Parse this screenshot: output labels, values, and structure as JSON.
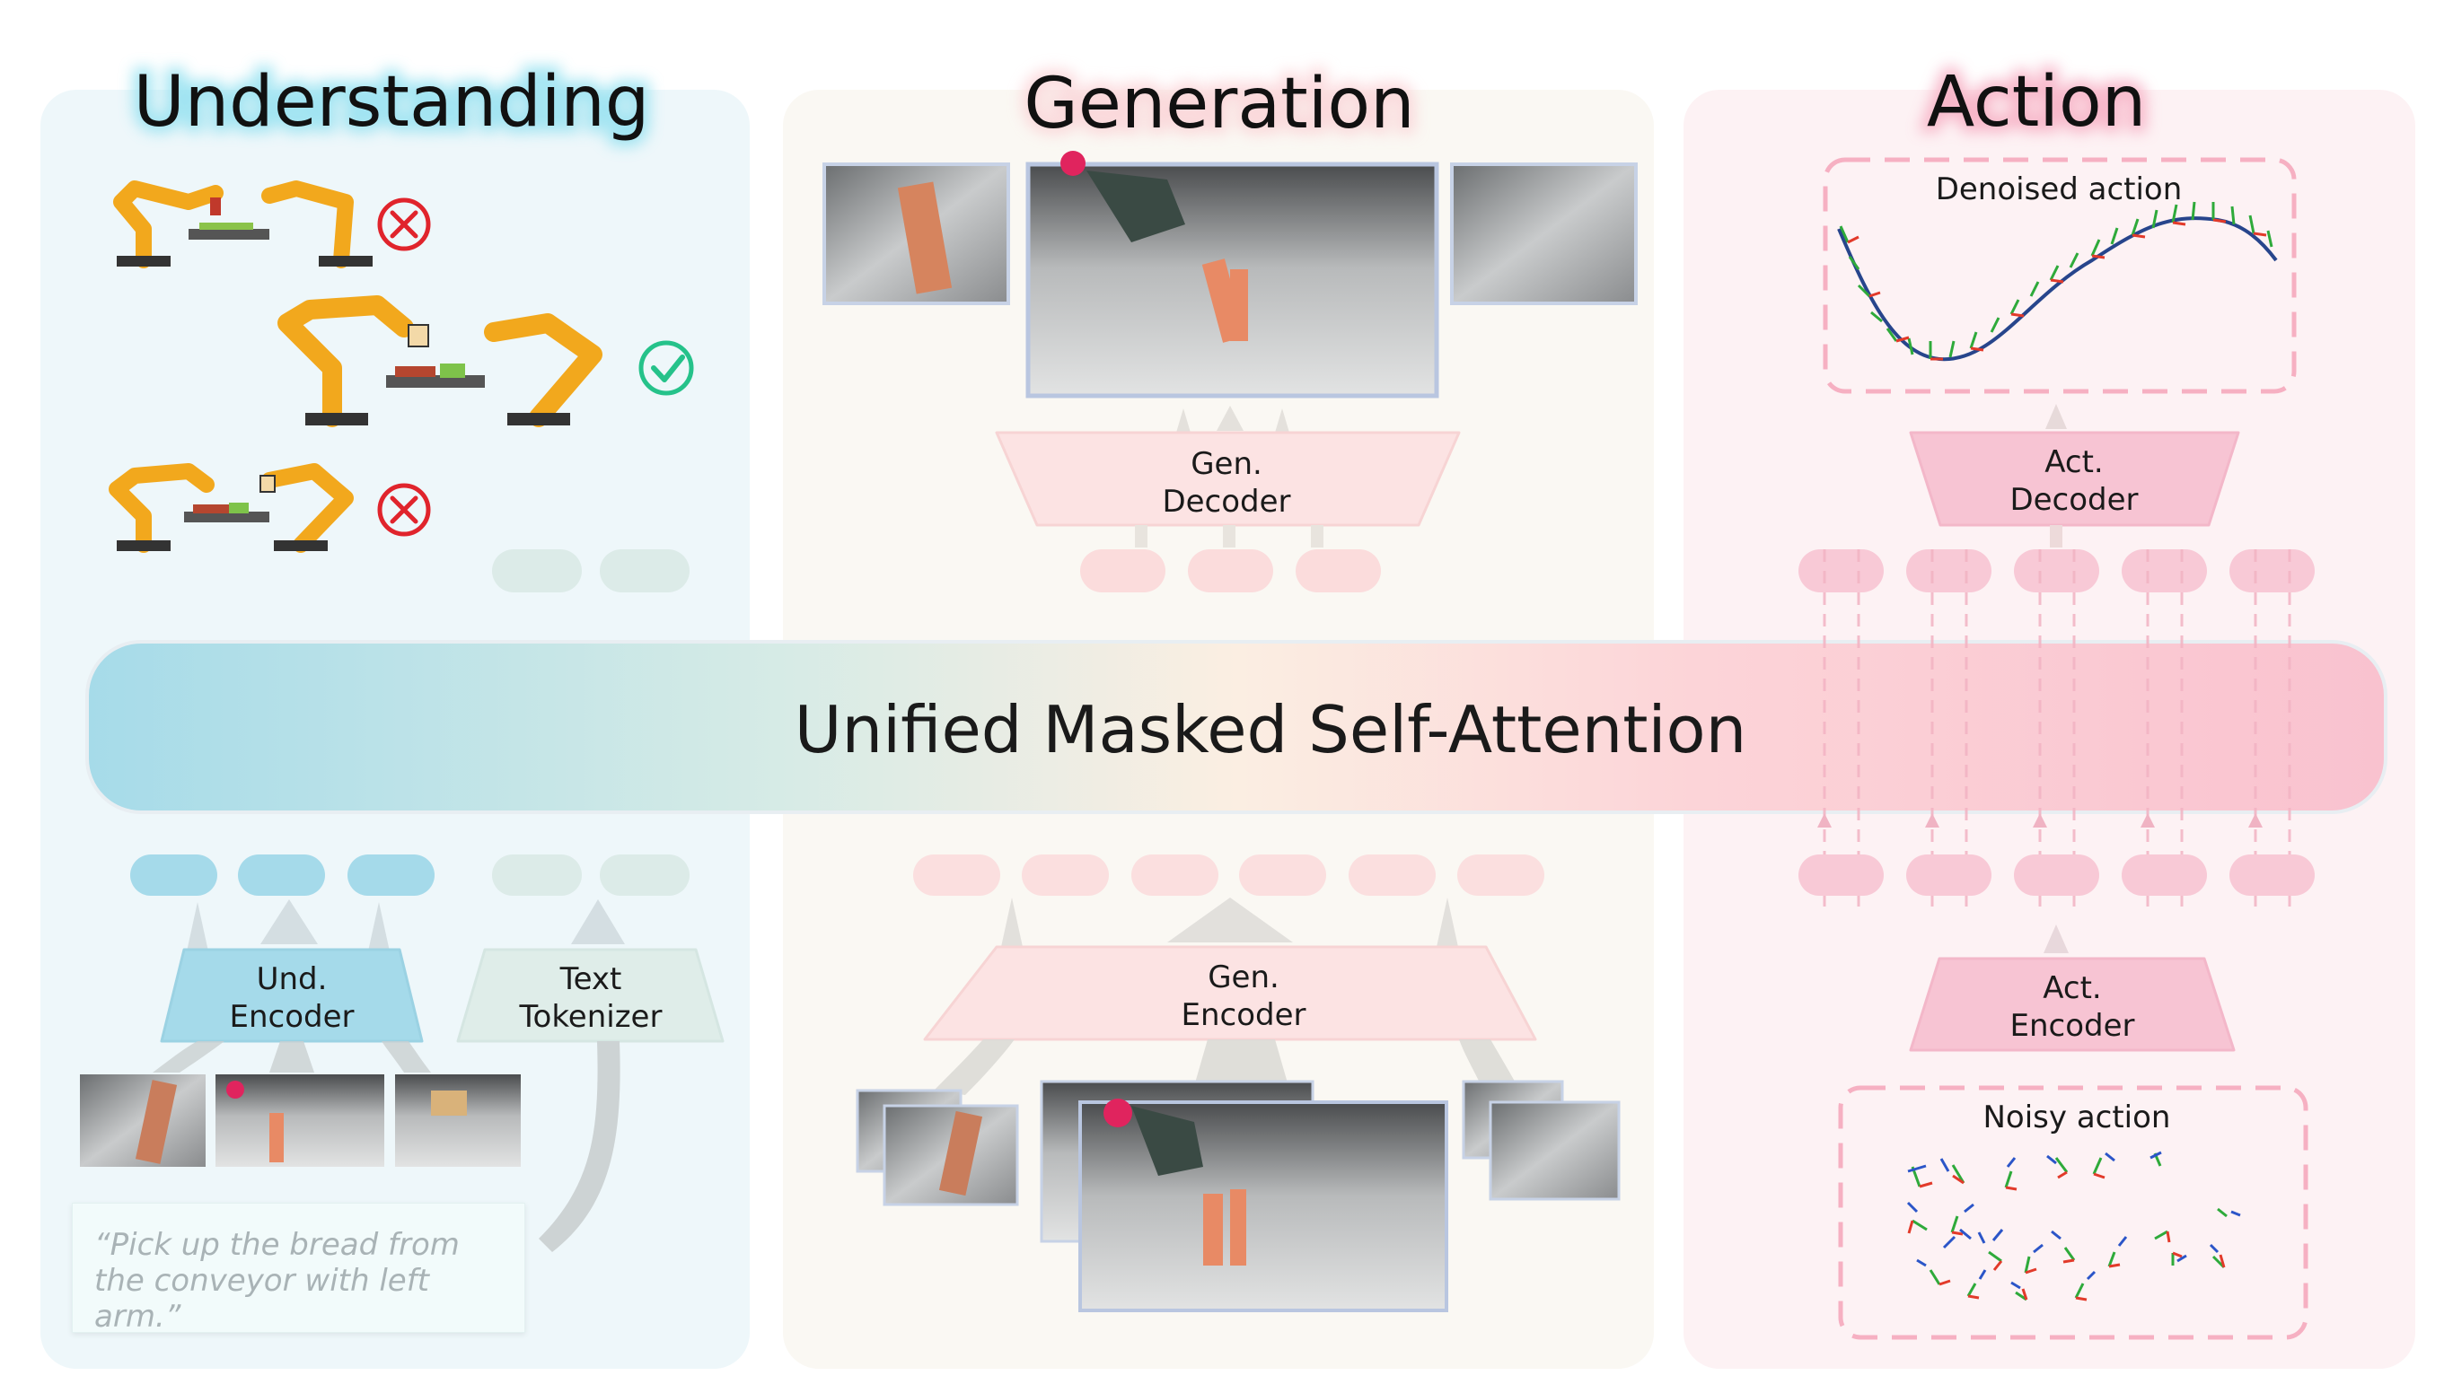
{
  "panels": {
    "understanding": {
      "title": "Understanding",
      "accent": "#7fd3e8",
      "bg": "#eef7fa"
    },
    "generation": {
      "title": "Generation",
      "accent": "#f6b3bd",
      "bg": "#faf8f3"
    },
    "action": {
      "title": "Action",
      "accent": "#f29bb4",
      "bg": "#fdf2f4"
    }
  },
  "center_bar": {
    "label": "Unified Masked Self-Attention"
  },
  "modules": {
    "und_encoder": {
      "line1": "Und.",
      "line2": "Encoder"
    },
    "text_tokenizer": {
      "line1": "Text",
      "line2": "Tokenizer"
    },
    "gen_decoder": {
      "line1": "Gen.",
      "line2": "Decoder"
    },
    "gen_encoder": {
      "line1": "Gen.",
      "line2": "Encoder"
    },
    "act_decoder": {
      "line1": "Act.",
      "line2": "Decoder"
    },
    "act_encoder": {
      "line1": "Act.",
      "line2": "Encoder"
    }
  },
  "boxes": {
    "denoised": "Denoised action",
    "noisy": "Noisy action"
  },
  "prompt": "“Pick up the bread from the conveyor with left arm.”",
  "marks": {
    "wrong_icon": "cross-circle-icon",
    "right_icon": "check-circle-icon",
    "wrong_color": "#e0242c",
    "right_color": "#25c28a"
  }
}
